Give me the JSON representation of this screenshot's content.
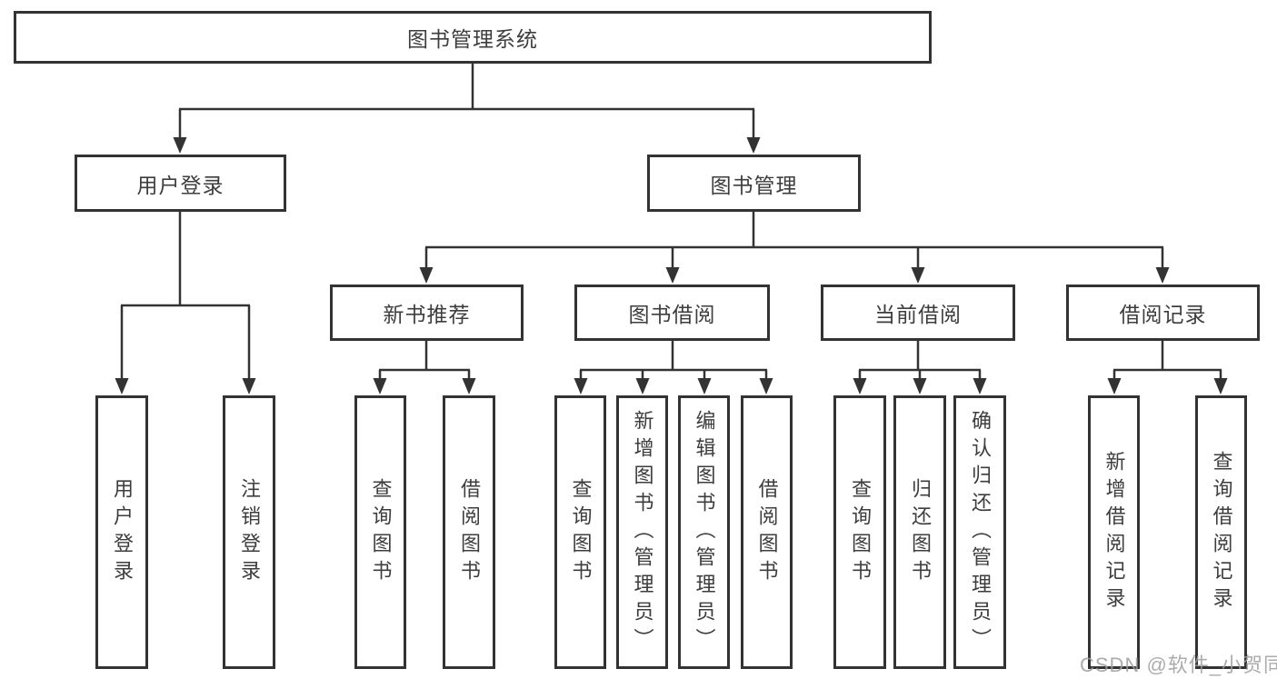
{
  "tree": {
    "root": {
      "label": "图书管理系统",
      "children": [
        {
          "label": "用户登录",
          "children": [
            {
              "label": "用户登录"
            },
            {
              "label": "注销登录"
            }
          ]
        },
        {
          "label": "图书管理",
          "children": [
            {
              "label": "新书推荐",
              "children": [
                {
                  "label": "查询图书"
                },
                {
                  "label": "借阅图书"
                }
              ]
            },
            {
              "label": "图书借阅",
              "children": [
                {
                  "label": "查询图书"
                },
                {
                  "label": "新增图书（管理员）"
                },
                {
                  "label": "编辑图书（管理员）"
                },
                {
                  "label": "借阅图书"
                }
              ]
            },
            {
              "label": "当前借阅",
              "children": [
                {
                  "label": "查询图书"
                },
                {
                  "label": "归还图书"
                },
                {
                  "label": "确认归还（管理员）"
                }
              ]
            },
            {
              "label": "借阅记录",
              "children": [
                {
                  "label": "新增借阅记录"
                },
                {
                  "label": "查询借阅记录"
                }
              ]
            }
          ]
        }
      ]
    }
  },
  "watermark": {
    "text": "CSDN @软件_小贺同学"
  },
  "colors": {
    "line": "#333333",
    "text": "#3d3d3d",
    "background": "#ffffff",
    "watermark": "#9e9e9e"
  }
}
